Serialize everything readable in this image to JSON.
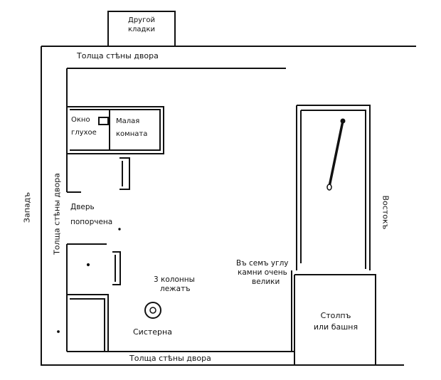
{
  "labels": {
    "other_masonry_1": "Другой",
    "other_masonry_2": "кладки",
    "wall_top": "Толща стѣны двора",
    "wall_bottom": "Толща стѣны двора",
    "wall_left": "Толща стѣны двора",
    "west": "Западъ",
    "east": "Востокъ",
    "window_1": "Окно",
    "window_2": "глухое",
    "small_room_1": "Малая",
    "small_room_2": "комната",
    "door_1": "Дверь",
    "door_2": "попорчена",
    "columns_1": "3 колонны",
    "columns_2": "лежатъ",
    "cistern": "Систерна",
    "corner_1": "Въ семъ углу",
    "corner_2": "камни очень",
    "corner_3": "велики",
    "tower_1": "Столпъ",
    "tower_2": "или башня"
  }
}
